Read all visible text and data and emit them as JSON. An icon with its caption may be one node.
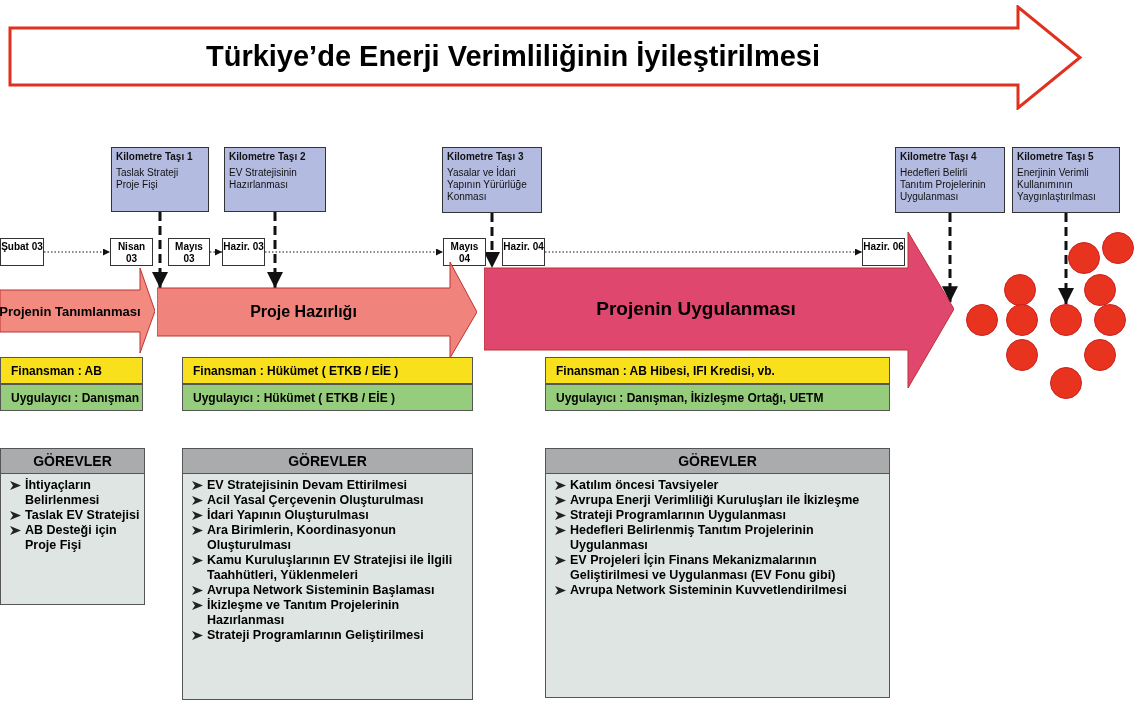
{
  "diagram": {
    "nodes": [
      {
        "text": [
          "Türkiye’de Enerji Verimliliğinin İyileştirilmesi"
        ]
      },
      {
        "text": [
          "Kilometre Taşı 1",
          "Taslak Strateji Proje Fişi"
        ]
      },
      {
        "text": [
          "Kilometre Taşı 2",
          "EV Stratejisinin Hazırlanması"
        ]
      },
      {
        "text": [
          "Kilometre Taşı 3",
          "Yasalar ve İdari Yapının Yürürlüğe Konması"
        ]
      },
      {
        "text": [
          "Kilometre Taşı 4",
          "Hedefleri Belirli Tanıtım Projelerinin Uygulanması"
        ]
      },
      {
        "text": [
          "Kilometre Taşı 5",
          "Enerjinin Verimli Kullanımının Yaygınlaştırılması"
        ]
      },
      {
        "text": [
          "Şubat 03"
        ]
      },
      {
        "text": [
          "Nisan 03"
        ]
      },
      {
        "text": [
          "Mayıs 03"
        ]
      },
      {
        "text": [
          "Hazir. 03"
        ]
      },
      {
        "text": [
          "Mayıs 04"
        ]
      },
      {
        "text": [
          "Hazir. 04"
        ]
      },
      {
        "text": [
          "Hazir. 06"
        ]
      },
      {
        "text": [
          "Projenin Tanımlanması"
        ]
      },
      {
        "text": [
          "Proje Hazırlığı"
        ]
      },
      {
        "text": [
          "Projenin Uygulanması"
        ]
      },
      {
        "text": [],
        "shape": "circle"
      },
      {
        "text": [],
        "shape": "circle"
      },
      {
        "text": [],
        "shape": "circle"
      },
      {
        "text": [],
        "shape": "circle"
      },
      {
        "text": [],
        "shape": "circle"
      },
      {
        "text": [],
        "shape": "circle"
      },
      {
        "text": [],
        "shape": "circle"
      },
      {
        "text": [],
        "shape": "circle"
      },
      {
        "text": [],
        "shape": "circle"
      },
      {
        "text": [],
        "shape": "circle"
      },
      {
        "text": [],
        "shape": "circle"
      },
      {
        "text": [
          "Finansman : AB"
        ]
      },
      {
        "text": [
          "Finansman : Hükümet ( ETKB / EİE )"
        ]
      },
      {
        "text": [
          "Finansman : AB Hibesi, IFI Kredisi, vb."
        ]
      },
      {
        "text": [
          "Uygulayıcı : Danışman"
        ]
      },
      {
        "text": [
          "Uygulayıcı : Hükümet ( ETKB / EİE )"
        ]
      },
      {
        "text": [
          "Uygulayıcı : Danışman, İkizleşme Ortağı, UETM"
        ]
      },
      {
        "text": [
          "GÖREVLER",
          "İhtiyaçların Belirlenmesi",
          "Taslak EV Stratejisi",
          "AB Desteği için Proje Fişi"
        ]
      },
      {
        "text": [
          "GÖREVLER",
          "EV Stratejisinin Devam Ettirilmesi",
          "Acil Yasal Çerçevenin Oluşturulması",
          "İdari Yapının Oluşturulması",
          "Ara Birimlerin, Koordinasyonun Oluşturulması",
          "Kamu Kuruluşlarının EV Stratejisi ile İlgili Taahhütleri, Yüklenmeleri",
          "Avrupa Network Sisteminin Başlaması",
          "İkizleşme ve Tanıtım Projelerinin Hazırlanması",
          "Strateji Programlarının Geliştirilmesi"
        ]
      },
      {
        "text": [
          "GÖREVLER",
          "Katılım öncesi Tavsiyeler",
          "Avrupa Enerji Verimliliği Kuruluşları ile İkizleşme",
          "Strateji Programlarının Uygulanması",
          "Hedefleri Belirlenmiş Tanıtım Projelerinin Uygulanması",
          "EV Projeleri İçin Finans Mekanizmalarının Geliştirilmesi ve Uygulanması (EV Fonu gibi)",
          "Avrupa Network Sisteminin Kuvvetlendirilmesi"
        ]
      }
    ],
    "edges": [
      {
        "from": 6,
        "to": 7,
        "arrow": "to",
        "style": "dashed"
      },
      {
        "from": 8,
        "to": 9,
        "arrow": "to",
        "style": "dashed"
      },
      {
        "from": 9,
        "to": 10,
        "arrow": "to",
        "style": "dashed"
      },
      {
        "from": 11,
        "to": 12,
        "arrow": "to",
        "style": "dashed"
      },
      {
        "from": 1,
        "to": 14,
        "arrow": "to",
        "style": "dashed"
      },
      {
        "from": 2,
        "to": 14,
        "arrow": "to",
        "style": "dashed"
      },
      {
        "from": 3,
        "to": 15,
        "arrow": "to",
        "style": "dashed"
      },
      {
        "from": 4,
        "to": 15,
        "arrow": "to",
        "style": "dashed"
      },
      {
        "from": 5,
        "to": 22,
        "arrow": "to",
        "style": "dashed"
      }
    ]
  }
}
